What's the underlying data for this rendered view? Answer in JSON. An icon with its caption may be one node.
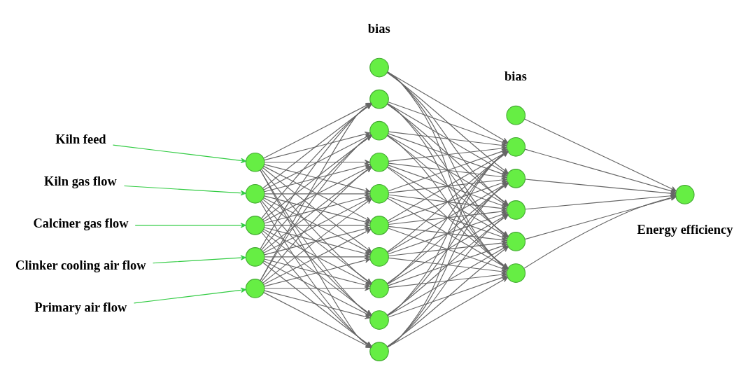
{
  "diagram": {
    "nodes": [
      {
        "text": [
          "Kiln feed"
        ]
      },
      {
        "text": [
          "Kiln gas flow"
        ]
      },
      {
        "text": [
          "Calciner gas flow"
        ]
      },
      {
        "text": [
          "Clinker cooling air flow"
        ]
      },
      {
        "text": [
          "Primary air flow"
        ]
      },
      {
        "text": [],
        "shape": "circle"
      },
      {
        "text": [],
        "shape": "circle"
      },
      {
        "text": [],
        "shape": "circle"
      },
      {
        "text": [],
        "shape": "circle"
      },
      {
        "text": [],
        "shape": "circle"
      },
      {
        "text": [],
        "shape": "circle",
        "beside": [
          "bias"
        ]
      },
      {
        "text": [],
        "shape": "circle"
      },
      {
        "text": [],
        "shape": "circle"
      },
      {
        "text": [],
        "shape": "circle"
      },
      {
        "text": [],
        "shape": "circle"
      },
      {
        "text": [],
        "shape": "circle"
      },
      {
        "text": [],
        "shape": "circle"
      },
      {
        "text": [],
        "shape": "circle"
      },
      {
        "text": [],
        "shape": "circle"
      },
      {
        "text": [],
        "shape": "circle"
      },
      {
        "text": [],
        "shape": "circle",
        "beside": [
          "bias"
        ]
      },
      {
        "text": [],
        "shape": "circle"
      },
      {
        "text": [],
        "shape": "circle"
      },
      {
        "text": [],
        "shape": "circle"
      },
      {
        "text": [],
        "shape": "circle"
      },
      {
        "text": [],
        "shape": "circle"
      },
      {
        "text": [],
        "shape": "circle",
        "beside": [
          "Energy efficiency"
        ]
      }
    ],
    "edges": [
      {
        "from": 0,
        "to": 5,
        "arrow": "to",
        "color": "#33cc44"
      },
      {
        "from": 1,
        "to": 6,
        "arrow": "to",
        "color": "#33cc44"
      },
      {
        "from": 2,
        "to": 7,
        "arrow": "to",
        "color": "#33cc44"
      },
      {
        "from": 3,
        "to": 8,
        "arrow": "to",
        "color": "#33cc44"
      },
      {
        "from": 4,
        "to": 9,
        "arrow": "to",
        "color": "#33cc44"
      },
      {
        "from": 5,
        "to": 11,
        "arrow": "to"
      },
      {
        "from": 5,
        "to": 12,
        "arrow": "to"
      },
      {
        "from": 5,
        "to": 13,
        "arrow": "to"
      },
      {
        "from": 5,
        "to": 14,
        "arrow": "to"
      },
      {
        "from": 5,
        "to": 15,
        "arrow": "to"
      },
      {
        "from": 5,
        "to": 16,
        "arrow": "to"
      },
      {
        "from": 5,
        "to": 17,
        "arrow": "to"
      },
      {
        "from": 5,
        "to": 18,
        "arrow": "to"
      },
      {
        "from": 5,
        "to": 19,
        "arrow": "to"
      },
      {
        "from": 6,
        "to": 11,
        "arrow": "to"
      },
      {
        "from": 6,
        "to": 12,
        "arrow": "to"
      },
      {
        "from": 6,
        "to": 13,
        "arrow": "to"
      },
      {
        "from": 6,
        "to": 14,
        "arrow": "to"
      },
      {
        "from": 6,
        "to": 15,
        "arrow": "to"
      },
      {
        "from": 6,
        "to": 16,
        "arrow": "to"
      },
      {
        "from": 6,
        "to": 17,
        "arrow": "to"
      },
      {
        "from": 6,
        "to": 18,
        "arrow": "to"
      },
      {
        "from": 6,
        "to": 19,
        "arrow": "to"
      },
      {
        "from": 7,
        "to": 11,
        "arrow": "to"
      },
      {
        "from": 7,
        "to": 12,
        "arrow": "to"
      },
      {
        "from": 7,
        "to": 13,
        "arrow": "to"
      },
      {
        "from": 7,
        "to": 14,
        "arrow": "to"
      },
      {
        "from": 7,
        "to": 15,
        "arrow": "to"
      },
      {
        "from": 7,
        "to": 16,
        "arrow": "to"
      },
      {
        "from": 7,
        "to": 17,
        "arrow": "to"
      },
      {
        "from": 7,
        "to": 18,
        "arrow": "to"
      },
      {
        "from": 7,
        "to": 19,
        "arrow": "to"
      },
      {
        "from": 8,
        "to": 11,
        "arrow": "to"
      },
      {
        "from": 8,
        "to": 12,
        "arrow": "to"
      },
      {
        "from": 8,
        "to": 13,
        "arrow": "to"
      },
      {
        "from": 8,
        "to": 14,
        "arrow": "to"
      },
      {
        "from": 8,
        "to": 15,
        "arrow": "to"
      },
      {
        "from": 8,
        "to": 16,
        "arrow": "to"
      },
      {
        "from": 8,
        "to": 17,
        "arrow": "to"
      },
      {
        "from": 8,
        "to": 18,
        "arrow": "to"
      },
      {
        "from": 8,
        "to": 19,
        "arrow": "to"
      },
      {
        "from": 9,
        "to": 11,
        "arrow": "to"
      },
      {
        "from": 9,
        "to": 12,
        "arrow": "to"
      },
      {
        "from": 9,
        "to": 13,
        "arrow": "to"
      },
      {
        "from": 9,
        "to": 14,
        "arrow": "to"
      },
      {
        "from": 9,
        "to": 15,
        "arrow": "to"
      },
      {
        "from": 9,
        "to": 16,
        "arrow": "to"
      },
      {
        "from": 9,
        "to": 17,
        "arrow": "to"
      },
      {
        "from": 9,
        "to": 18,
        "arrow": "to"
      },
      {
        "from": 9,
        "to": 19,
        "arrow": "to"
      },
      {
        "from": 10,
        "to": 21,
        "arrow": "to"
      },
      {
        "from": 10,
        "to": 22,
        "arrow": "to"
      },
      {
        "from": 10,
        "to": 23,
        "arrow": "to"
      },
      {
        "from": 10,
        "to": 24,
        "arrow": "to"
      },
      {
        "from": 10,
        "to": 25,
        "arrow": "to"
      },
      {
        "from": 11,
        "to": 21,
        "arrow": "to"
      },
      {
        "from": 11,
        "to": 22,
        "arrow": "to"
      },
      {
        "from": 11,
        "to": 23,
        "arrow": "to"
      },
      {
        "from": 11,
        "to": 24,
        "arrow": "to"
      },
      {
        "from": 11,
        "to": 25,
        "arrow": "to"
      },
      {
        "from": 12,
        "to": 21,
        "arrow": "to"
      },
      {
        "from": 12,
        "to": 22,
        "arrow": "to"
      },
      {
        "from": 12,
        "to": 23,
        "arrow": "to"
      },
      {
        "from": 12,
        "to": 24,
        "arrow": "to"
      },
      {
        "from": 12,
        "to": 25,
        "arrow": "to"
      },
      {
        "from": 13,
        "to": 21,
        "arrow": "to"
      },
      {
        "from": 13,
        "to": 22,
        "arrow": "to"
      },
      {
        "from": 13,
        "to": 23,
        "arrow": "to"
      },
      {
        "from": 13,
        "to": 24,
        "arrow": "to"
      },
      {
        "from": 13,
        "to": 25,
        "arrow": "to"
      },
      {
        "from": 14,
        "to": 21,
        "arrow": "to"
      },
      {
        "from": 14,
        "to": 22,
        "arrow": "to"
      },
      {
        "from": 14,
        "to": 23,
        "arrow": "to"
      },
      {
        "from": 14,
        "to": 24,
        "arrow": "to"
      },
      {
        "from": 14,
        "to": 25,
        "arrow": "to"
      },
      {
        "from": 15,
        "to": 21,
        "arrow": "to"
      },
      {
        "from": 15,
        "to": 22,
        "arrow": "to"
      },
      {
        "from": 15,
        "to": 23,
        "arrow": "to"
      },
      {
        "from": 15,
        "to": 24,
        "arrow": "to"
      },
      {
        "from": 15,
        "to": 25,
        "arrow": "to"
      },
      {
        "from": 16,
        "to": 21,
        "arrow": "to"
      },
      {
        "from": 16,
        "to": 22,
        "arrow": "to"
      },
      {
        "from": 16,
        "to": 23,
        "arrow": "to"
      },
      {
        "from": 16,
        "to": 24,
        "arrow": "to"
      },
      {
        "from": 16,
        "to": 25,
        "arrow": "to"
      },
      {
        "from": 17,
        "to": 21,
        "arrow": "to"
      },
      {
        "from": 17,
        "to": 22,
        "arrow": "to"
      },
      {
        "from": 17,
        "to": 23,
        "arrow": "to"
      },
      {
        "from": 17,
        "to": 24,
        "arrow": "to"
      },
      {
        "from": 17,
        "to": 25,
        "arrow": "to"
      },
      {
        "from": 18,
        "to": 21,
        "arrow": "to"
      },
      {
        "from": 18,
        "to": 22,
        "arrow": "to"
      },
      {
        "from": 18,
        "to": 23,
        "arrow": "to"
      },
      {
        "from": 18,
        "to": 24,
        "arrow": "to"
      },
      {
        "from": 18,
        "to": 25,
        "arrow": "to"
      },
      {
        "from": 19,
        "to": 21,
        "arrow": "to"
      },
      {
        "from": 19,
        "to": 22,
        "arrow": "to"
      },
      {
        "from": 19,
        "to": 23,
        "arrow": "to"
      },
      {
        "from": 19,
        "to": 24,
        "arrow": "to"
      },
      {
        "from": 19,
        "to": 25,
        "arrow": "to"
      },
      {
        "from": 20,
        "to": 26,
        "arrow": "to"
      },
      {
        "from": 21,
        "to": 26,
        "arrow": "to"
      },
      {
        "from": 22,
        "to": 26,
        "arrow": "to"
      },
      {
        "from": 23,
        "to": 26,
        "arrow": "to"
      },
      {
        "from": 24,
        "to": 26,
        "arrow": "to"
      },
      {
        "from": 25,
        "to": 26,
        "arrow": "to"
      }
    ]
  }
}
